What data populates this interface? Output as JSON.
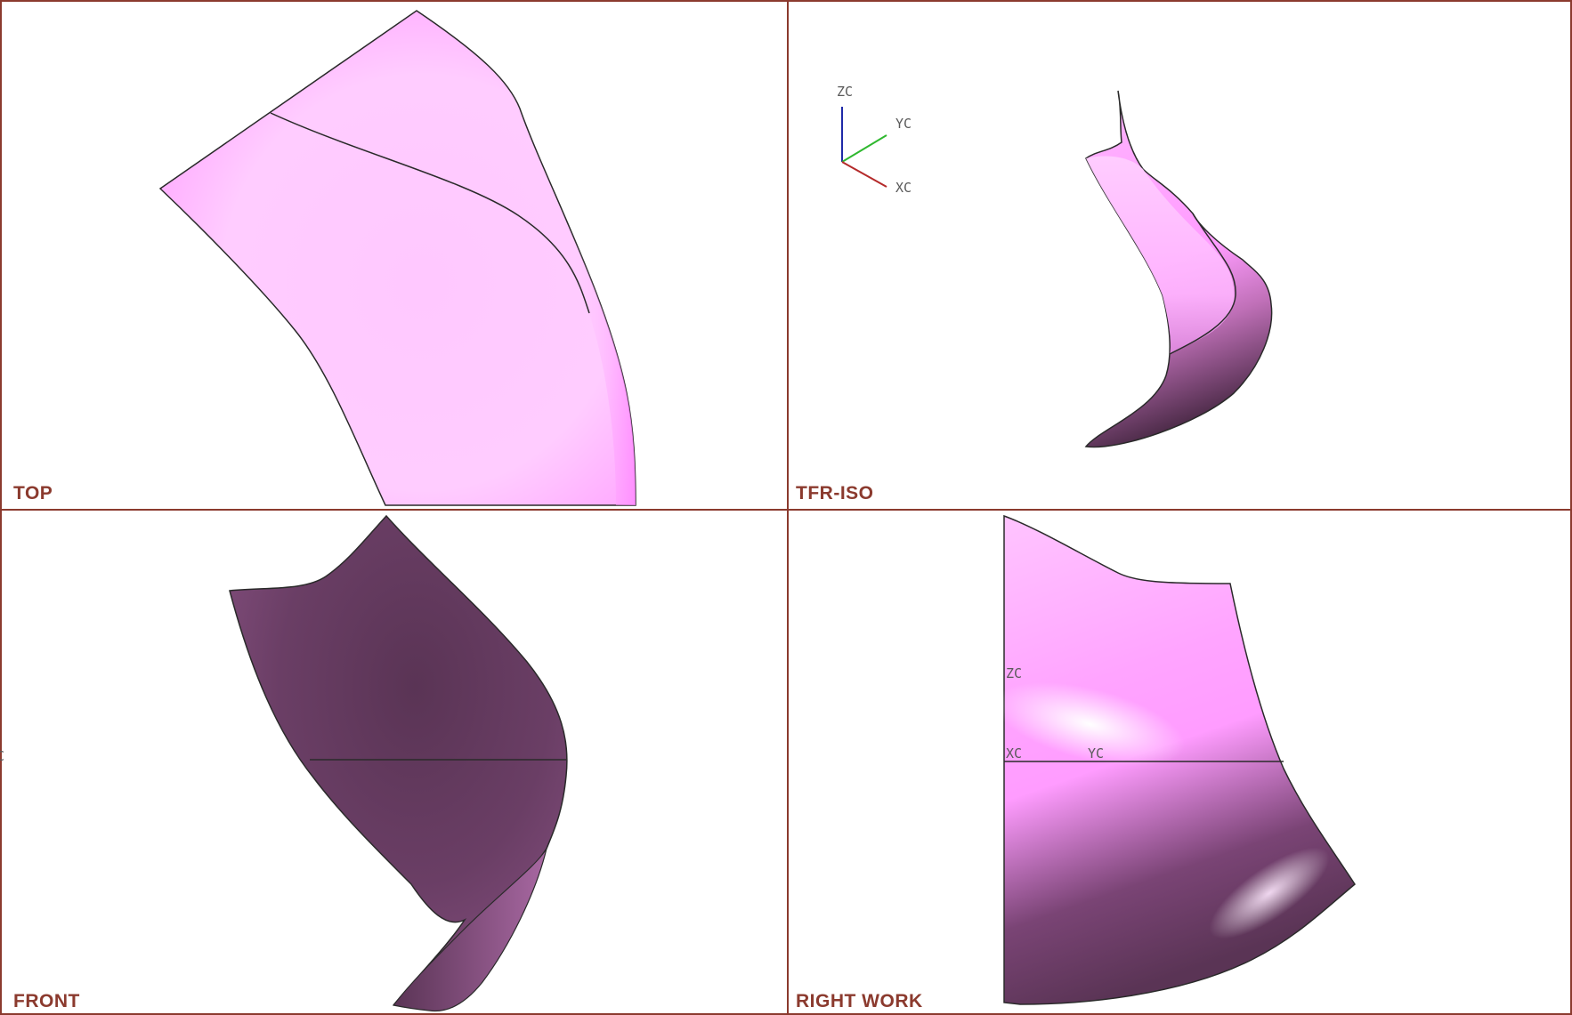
{
  "viewports": [
    {
      "id": "top",
      "label": "TOP"
    },
    {
      "id": "tfr_iso",
      "label": "TFR-ISO"
    },
    {
      "id": "front",
      "label": "FRONT"
    },
    {
      "id": "right_work",
      "label": "RIGHT WORK"
    }
  ],
  "triad": {
    "z_label": "ZC",
    "y_label": "YC",
    "x_label": "XC",
    "z_color": "#1f2aa8",
    "y_color": "#2fb82f",
    "x_color": "#b42a2a"
  },
  "right_work_axes": {
    "z_label": "ZC",
    "x_label": "XC",
    "y_label": "YC"
  },
  "front_axis_fragment": "C",
  "colors": {
    "border": "#8b3a2e",
    "surface_light": "#ff9cff",
    "surface_dark": "#5a3455"
  }
}
